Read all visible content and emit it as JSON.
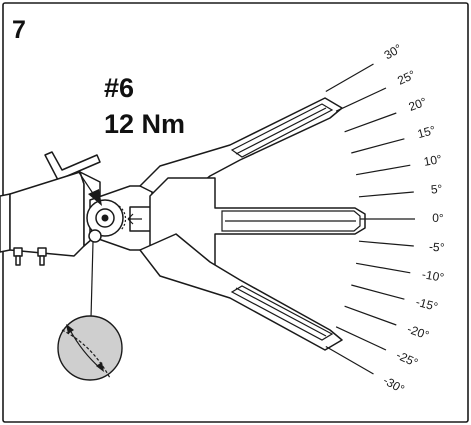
{
  "step": {
    "number": "7"
  },
  "torque_spec": {
    "fastener": "#6",
    "torque": "12 Nm"
  },
  "angle_scale": {
    "labels": [
      "30°",
      "25°",
      "20°",
      "15°",
      "10°",
      "5°",
      "0°",
      "-5°",
      "-10°",
      "-15°",
      "-20°",
      "-25°",
      "-30°"
    ],
    "values": [
      30,
      25,
      20,
      15,
      10,
      5,
      0,
      -5,
      -10,
      -15,
      -20,
      -25,
      -30
    ]
  },
  "icons": [
    "allen-key-icon",
    "arrow-pointer-icon",
    "rotation-arrow-icon"
  ],
  "colors": {
    "line": "#1a1a1a",
    "detail_fill": "#cfcfcf",
    "background": "#ffffff"
  }
}
